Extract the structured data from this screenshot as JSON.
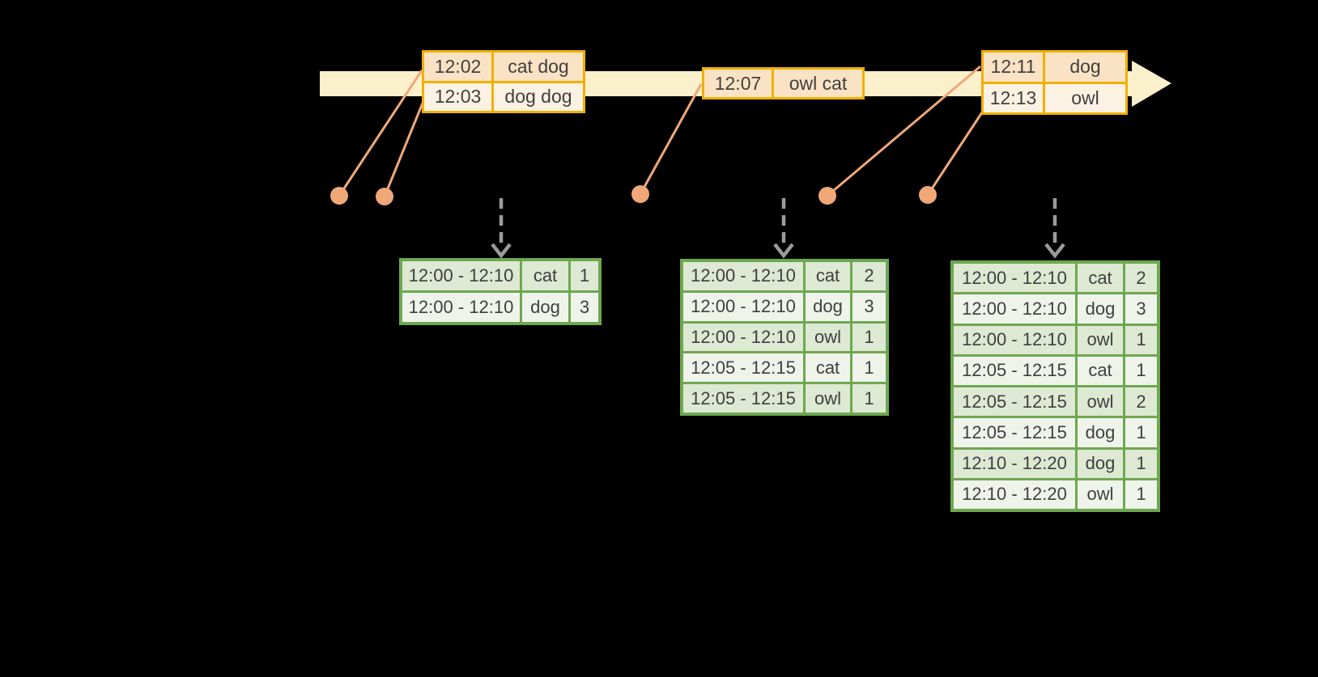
{
  "diagram": {
    "colors": {
      "timeline_fill": "#FAF0CB",
      "event_border": "#F0B000",
      "event_row_dark": "#FAE3C4",
      "event_row_light": "#FCF2E3",
      "connector": "#F0A878",
      "trigger_arrow": "#9B9B9B",
      "result_border": "#6EA750",
      "result_row_dark": "#DDE9D3",
      "result_row_light": "#EFF4EB",
      "text": "#3F3F3F"
    },
    "icons": {
      "timeline_arrowhead": "right-arrowhead",
      "event_dot": "filled-circle",
      "trigger_arrow": "dashed-down-arrow"
    },
    "event_groups": [
      {
        "rows": [
          {
            "time": "12:02",
            "words": "cat dog"
          },
          {
            "time": "12:03",
            "words": "dog dog"
          }
        ]
      },
      {
        "rows": [
          {
            "time": "12:07",
            "words": "owl cat"
          }
        ]
      },
      {
        "rows": [
          {
            "time": "12:11",
            "words": "dog"
          },
          {
            "time": "12:13",
            "words": "owl"
          }
        ]
      }
    ],
    "result_tables": [
      {
        "rows": [
          {
            "window": "12:00 - 12:10",
            "word": "cat",
            "count": "1"
          },
          {
            "window": "12:00 - 12:10",
            "word": "dog",
            "count": "3"
          }
        ]
      },
      {
        "rows": [
          {
            "window": "12:00 - 12:10",
            "word": "cat",
            "count": "2"
          },
          {
            "window": "12:00 - 12:10",
            "word": "dog",
            "count": "3"
          },
          {
            "window": "12:00 - 12:10",
            "word": "owl",
            "count": "1"
          },
          {
            "window": "12:05 - 12:15",
            "word": "cat",
            "count": "1"
          },
          {
            "window": "12:05 - 12:15",
            "word": "owl",
            "count": "1"
          }
        ]
      },
      {
        "rows": [
          {
            "window": "12:00 - 12:10",
            "word": "cat",
            "count": "2"
          },
          {
            "window": "12:00 - 12:10",
            "word": "dog",
            "count": "3"
          },
          {
            "window": "12:00 - 12:10",
            "word": "owl",
            "count": "1"
          },
          {
            "window": "12:05 - 12:15",
            "word": "cat",
            "count": "1"
          },
          {
            "window": "12:05 - 12:15",
            "word": "owl",
            "count": "2"
          },
          {
            "window": "12:05 - 12:15",
            "word": "dog",
            "count": "1"
          },
          {
            "window": "12:10 - 12:20",
            "word": "dog",
            "count": "1"
          },
          {
            "window": "12:10 - 12:20",
            "word": "owl",
            "count": "1"
          }
        ]
      }
    ]
  }
}
